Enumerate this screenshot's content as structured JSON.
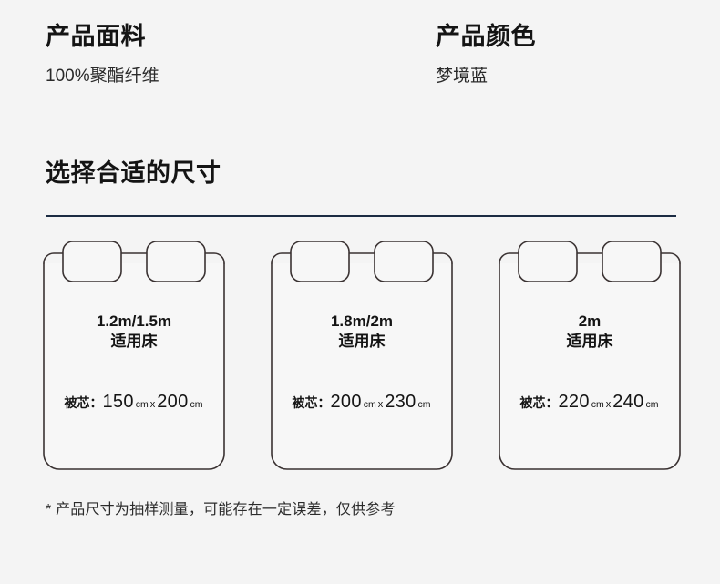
{
  "background_color": "#f4f4f4",
  "divider_color": "#1b2b42",
  "outline_color": "#3a3232",
  "info": {
    "fabric": {
      "title": "产品面料",
      "value": "100%聚酯纤维"
    },
    "color": {
      "title": "产品颜色",
      "value": "梦境蓝"
    }
  },
  "size_section": {
    "heading": "选择合适的尺寸",
    "beds": [
      {
        "bed_label_line1": "1.2m/1.5m",
        "bed_label_line2": "适用床",
        "size_prefix": "被芯：",
        "width_value": "150",
        "width_unit": "cm",
        "times": "x",
        "length_value": "200",
        "length_unit": "cm"
      },
      {
        "bed_label_line1": "1.8m/2m",
        "bed_label_line2": "适用床",
        "size_prefix": "被芯：",
        "width_value": "200",
        "width_unit": "cm",
        "times": "x",
        "length_value": "230",
        "length_unit": "cm"
      },
      {
        "bed_label_line1": "2m",
        "bed_label_line2": "适用床",
        "size_prefix": "被芯：",
        "width_value": "220",
        "width_unit": "cm",
        "times": "x",
        "length_value": "240",
        "length_unit": "cm"
      }
    ],
    "footnote": "* 产品尺寸为抽样测量，可能存在一定误差，仅供参考"
  }
}
